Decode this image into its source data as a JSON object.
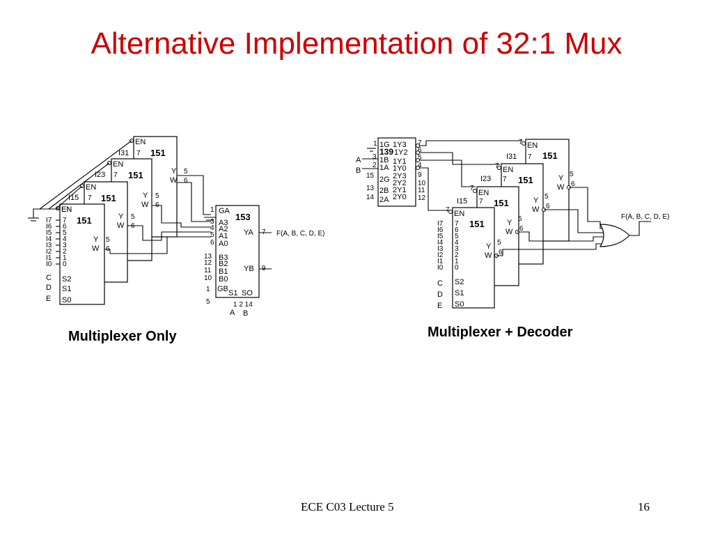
{
  "title": "Alternative Implementation of 32:1 Mux",
  "captions": {
    "left": "Multiplexer Only",
    "right": "Multiplexer + Decoder"
  },
  "footer": {
    "course": "ECE C03 Lecture 5",
    "page": "16"
  },
  "labels": {
    "chip151": "151",
    "chip153": "153",
    "chip139": "139",
    "en": "EN",
    "output_f": "F(A, B, C, D, E)"
  }
}
